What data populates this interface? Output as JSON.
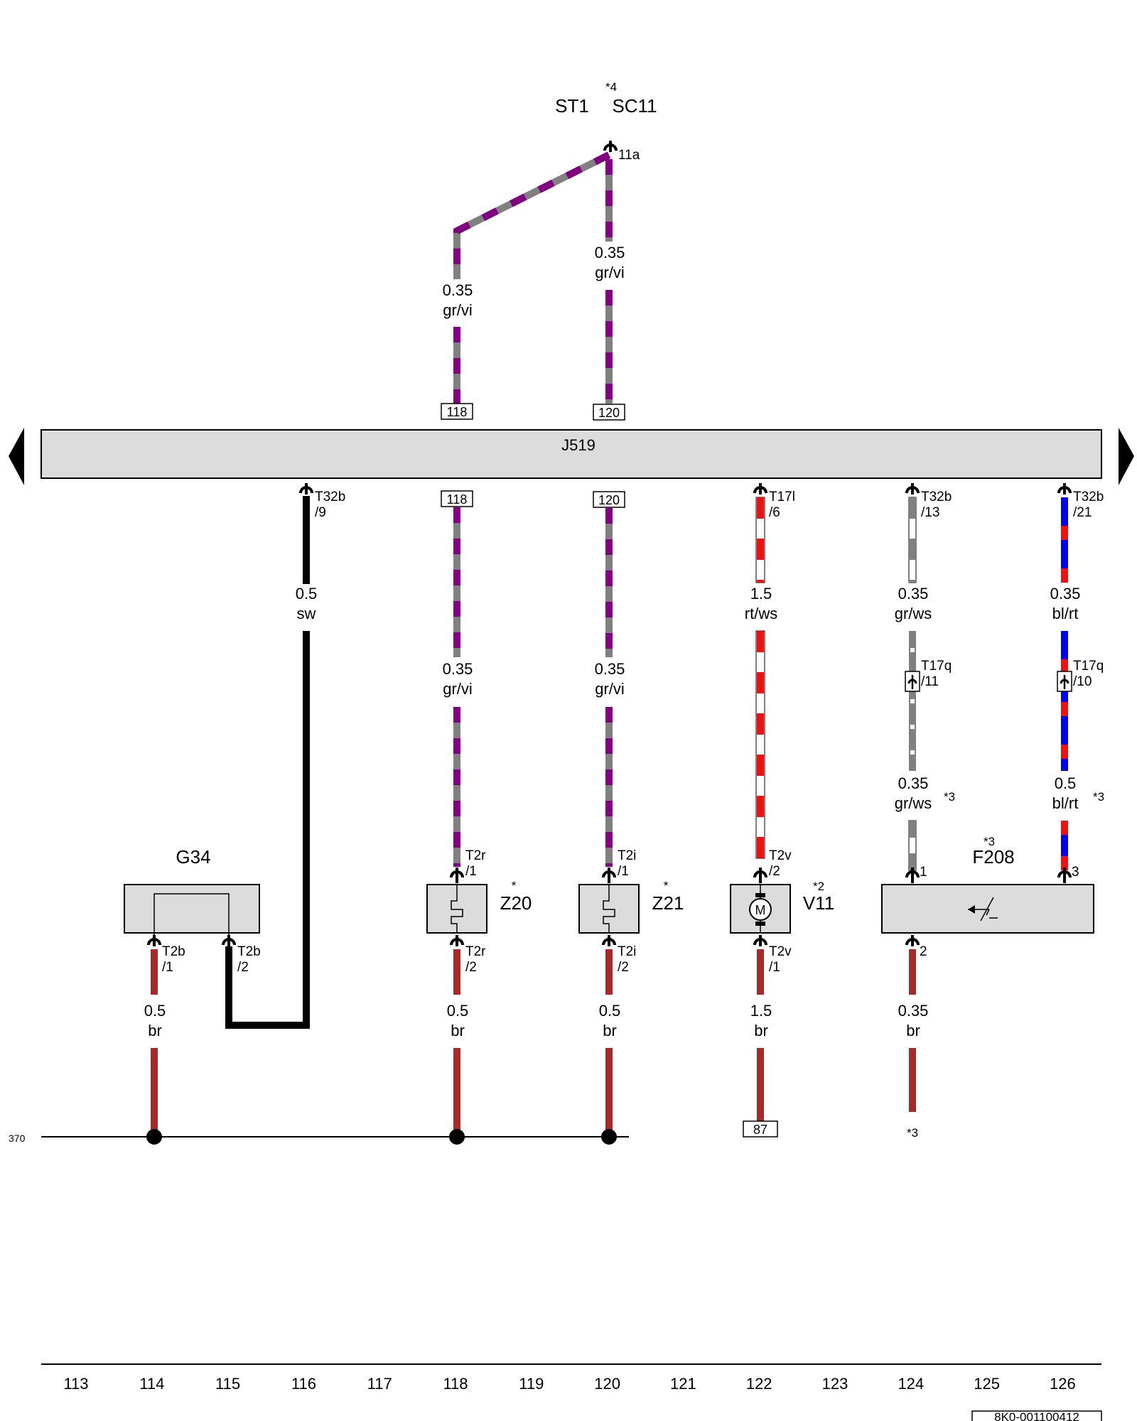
{
  "header": {
    "fuse_label": "ST1",
    "fuse_label_sub": "",
    "fuse_name": "SC11",
    "fuse_note": "*4",
    "fuse_pin": "11a"
  },
  "top_wires": [
    {
      "size": "0.35",
      "color": "gr/vi",
      "pin": "118"
    },
    {
      "size": "0.35",
      "color": "gr/vi",
      "pin": "120"
    }
  ],
  "control_unit": {
    "label": "J519"
  },
  "wires": [
    {
      "connector": "T32b",
      "pin": "/9",
      "size": "0.5",
      "color": "sw"
    },
    {
      "connector": "",
      "pin": "118",
      "size": "0.35",
      "color": "gr/vi"
    },
    {
      "connector": "",
      "pin": "120",
      "size": "0.35",
      "color": "gr/vi"
    },
    {
      "connector": "T17l",
      "pin": "/6",
      "size": "1.5",
      "color": "rt/ws"
    },
    {
      "connector": "T32b",
      "pin": "/13",
      "size": "0.35",
      "color": "gr/ws"
    },
    {
      "connector": "T32b",
      "pin": "/21",
      "size": "0.35",
      "color": "bl/rt"
    }
  ],
  "inline_connectors": [
    {
      "connector": "T17q",
      "pin": "/11",
      "size": "0.35",
      "color": "gr/ws",
      "note": "*3"
    },
    {
      "connector": "T17q",
      "pin": "/10",
      "size": "0.5",
      "color": "bl/rt",
      "note": "*3"
    }
  ],
  "components": [
    {
      "label": "G34",
      "note": "",
      "pins": [
        {
          "connector": "T2b",
          "pin": "/1"
        },
        {
          "connector": "T2b",
          "pin": "/2"
        }
      ]
    },
    {
      "label": "Z20",
      "note": "*",
      "top": {
        "connector": "T2r",
        "pin": "/1"
      },
      "bottom": {
        "connector": "T2r",
        "pin": "/2"
      }
    },
    {
      "label": "Z21",
      "note": "*",
      "top": {
        "connector": "T2i",
        "pin": "/1"
      },
      "bottom": {
        "connector": "T2i",
        "pin": "/2"
      }
    },
    {
      "label": "V11",
      "note": "*2",
      "motor_symbol": "M",
      "top": {
        "connector": "T2v",
        "pin": "/2"
      },
      "bottom": {
        "connector": "T2v",
        "pin": "/1"
      }
    },
    {
      "label": "F208",
      "note": "*3",
      "pins": [
        "1",
        "3",
        "2"
      ]
    }
  ],
  "ground_wires": [
    {
      "size": "0.5",
      "color": "br"
    },
    {
      "size": "0.5",
      "color": "br"
    },
    {
      "size": "0.5",
      "color": "br"
    },
    {
      "size": "1.5",
      "color": "br",
      "terminal": "87"
    },
    {
      "size": "0.35",
      "color": "br",
      "note": "*3"
    }
  ],
  "ground_line_label": "370",
  "column_numbers": [
    "113",
    "114",
    "115",
    "116",
    "117",
    "118",
    "119",
    "120",
    "121",
    "122",
    "123",
    "124",
    "125",
    "126"
  ],
  "document_id": "8K0-001100412",
  "wire_colors": {
    "gr": "#808080",
    "vi": "#800080",
    "rt": "#ee1111",
    "ws": "#ffffff",
    "bl": "#0000ee",
    "sw": "#000000",
    "br": "#a52a2a"
  }
}
